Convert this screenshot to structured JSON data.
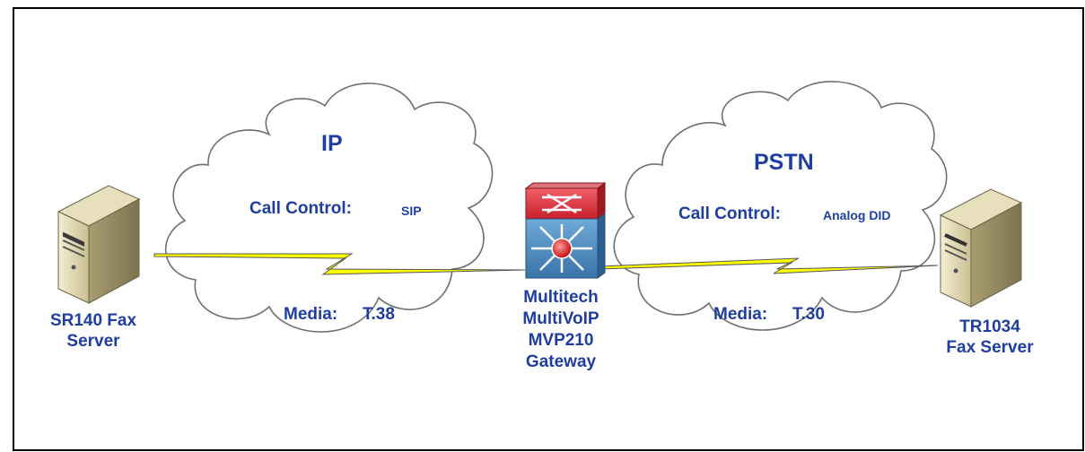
{
  "clouds": {
    "ip": {
      "title": "IP",
      "call_control_label": "Call Control:",
      "call_control_value": "SIP",
      "media_label": "Media:",
      "media_value": "T.38"
    },
    "pstn": {
      "title": "PSTN",
      "call_control_label": "Call Control:",
      "call_control_value": "Analog DID",
      "media_label": "Media:",
      "media_value": "T.30"
    }
  },
  "servers": {
    "left": {
      "line1": "SR140 Fax",
      "line2": "Server",
      "icon": "server-tower-icon"
    },
    "right": {
      "line1": "TR1034",
      "line2": "Fax Server",
      "icon": "server-tower-icon"
    }
  },
  "gateway": {
    "lines": [
      "Multitech",
      "MultiVoIP",
      "MVP210",
      "Gateway"
    ],
    "icon": "multilayer-switch-icon"
  },
  "colors": {
    "label_text": "#1f3ea0",
    "lightning": "#ffff00",
    "cloud_outline": "#707070"
  }
}
